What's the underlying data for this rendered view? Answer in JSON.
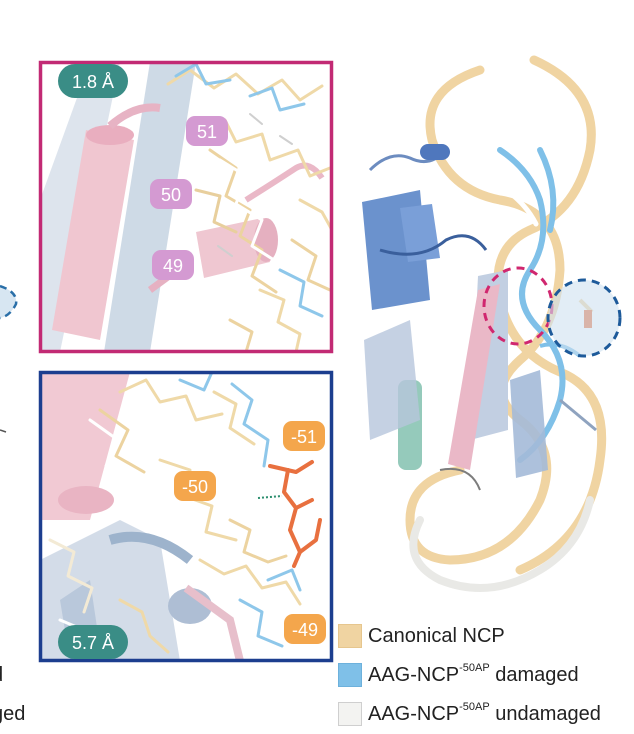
{
  "colors": {
    "canonical": "#f0d4a2",
    "damaged": "#7fc0e8",
    "undamaged": "#f3f3f1",
    "top_frame": "#c22a74",
    "bottom_frame": "#1c3e8f",
    "teal_label": "#3a8d86",
    "pink_label": "#d49ad2",
    "orange_label": "#f4a64c",
    "lesion": "#e8703f"
  },
  "top_panel": {
    "distance": "1.8 Å",
    "residues": [
      "51",
      "50",
      "49"
    ]
  },
  "bottom_panel": {
    "distance": "5.7 Å",
    "residues": [
      "-51",
      "-50",
      "-49"
    ]
  },
  "legend": [
    {
      "prefix": "Canonical NCP",
      "sup": "",
      "suffix": ""
    },
    {
      "prefix": "AAG-NCP",
      "sup": "-50AP",
      "suffix": " damaged"
    },
    {
      "prefix": "AAG-NCP",
      "sup": "-50AP",
      "suffix": " undamaged"
    }
  ],
  "left_cut": [
    "d",
    "ged"
  ]
}
